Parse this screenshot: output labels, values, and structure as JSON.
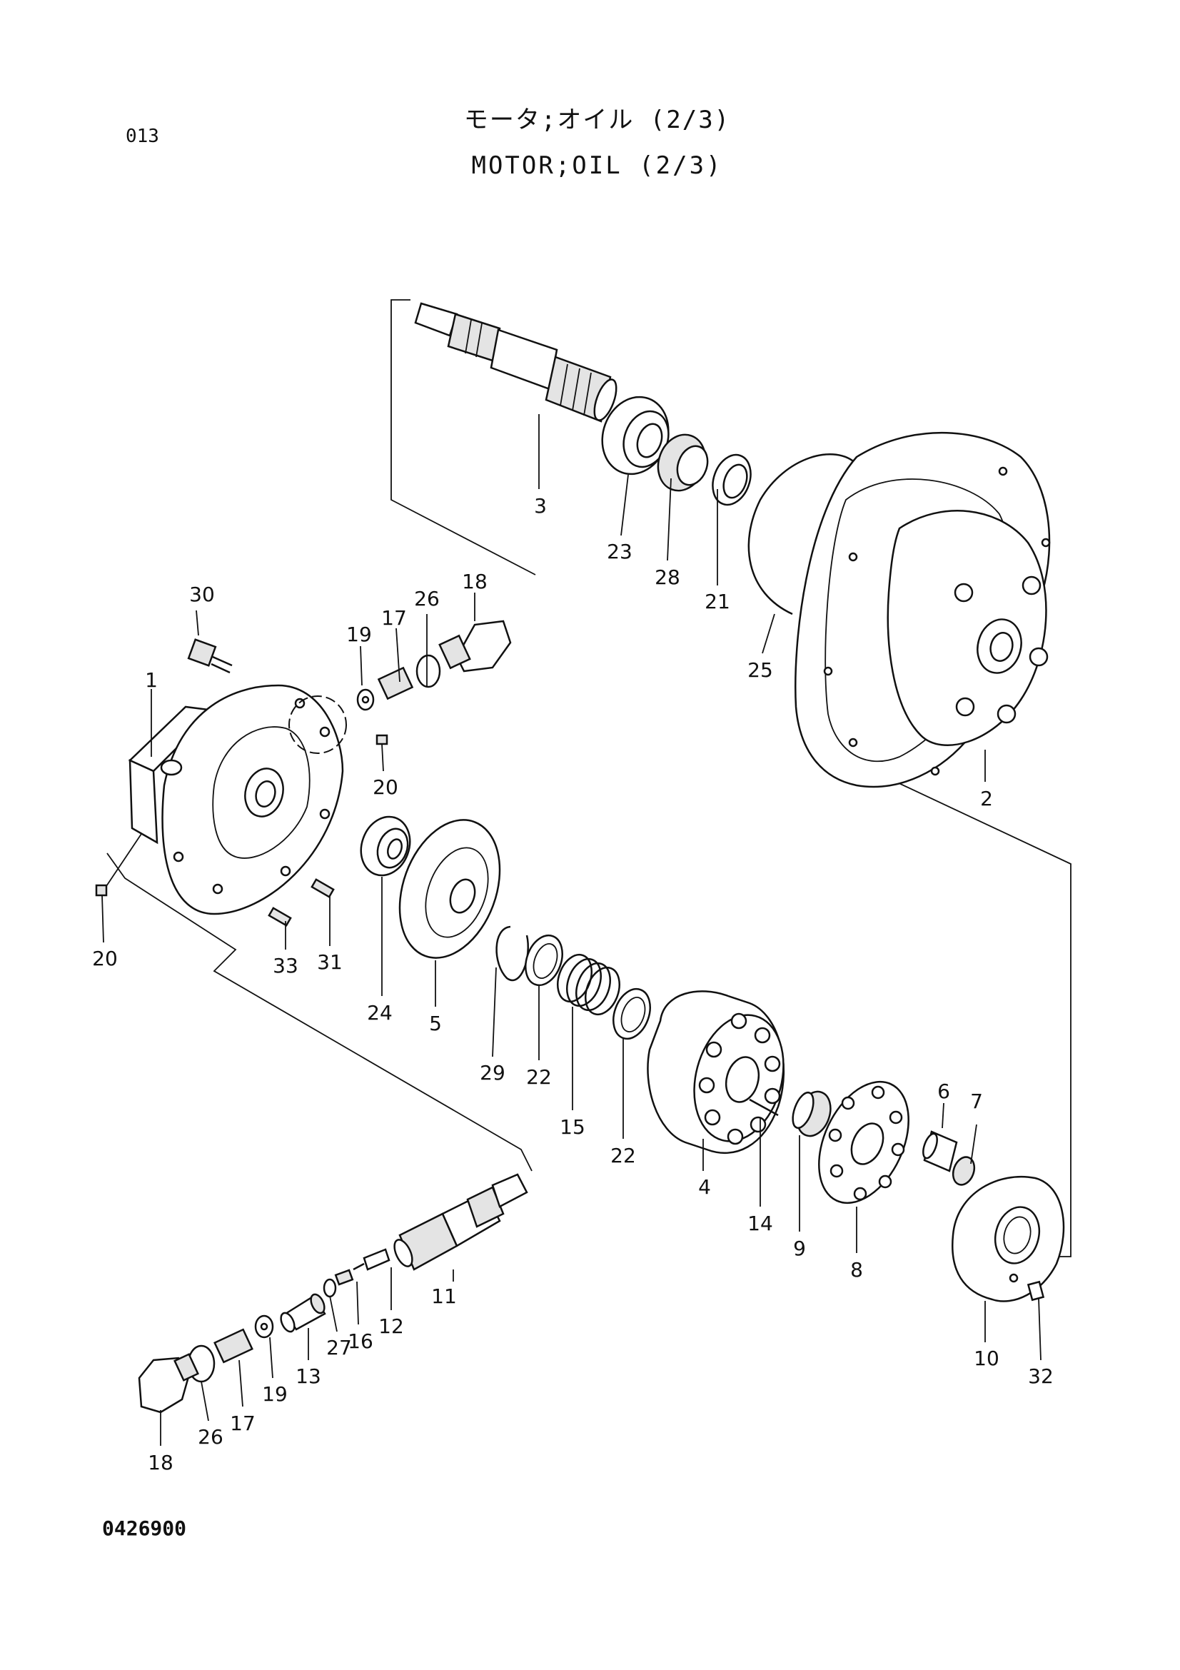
{
  "header": {
    "page_number": "013",
    "title_jp": "モータ;オイル (2/3)",
    "title_en": "MOTOR;OIL (2/3)"
  },
  "footer": {
    "drawing_number": "0426900"
  },
  "callouts": [
    {
      "id": "c1",
      "label": "1"
    },
    {
      "id": "c2",
      "label": "2"
    },
    {
      "id": "c3",
      "label": "3"
    },
    {
      "id": "c4",
      "label": "4"
    },
    {
      "id": "c5",
      "label": "5"
    },
    {
      "id": "c6",
      "label": "6"
    },
    {
      "id": "c7",
      "label": "7"
    },
    {
      "id": "c8",
      "label": "8"
    },
    {
      "id": "c9",
      "label": "9"
    },
    {
      "id": "c10",
      "label": "10"
    },
    {
      "id": "c11",
      "label": "11"
    },
    {
      "id": "c12",
      "label": "12"
    },
    {
      "id": "c13",
      "label": "13"
    },
    {
      "id": "c14",
      "label": "14"
    },
    {
      "id": "c15",
      "label": "15"
    },
    {
      "id": "c16",
      "label": "16"
    },
    {
      "id": "c17a",
      "label": "17"
    },
    {
      "id": "c17b",
      "label": "17"
    },
    {
      "id": "c18a",
      "label": "18"
    },
    {
      "id": "c18b",
      "label": "18"
    },
    {
      "id": "c19a",
      "label": "19"
    },
    {
      "id": "c19b",
      "label": "19"
    },
    {
      "id": "c20a",
      "label": "20"
    },
    {
      "id": "c20b",
      "label": "20"
    },
    {
      "id": "c21",
      "label": "21"
    },
    {
      "id": "c22a",
      "label": "22"
    },
    {
      "id": "c22b",
      "label": "22"
    },
    {
      "id": "c23",
      "label": "23"
    },
    {
      "id": "c24",
      "label": "24"
    },
    {
      "id": "c25",
      "label": "25"
    },
    {
      "id": "c26a",
      "label": "26"
    },
    {
      "id": "c26b",
      "label": "26"
    },
    {
      "id": "c27",
      "label": "27"
    },
    {
      "id": "c28",
      "label": "28"
    },
    {
      "id": "c29",
      "label": "29"
    },
    {
      "id": "c30",
      "label": "30"
    },
    {
      "id": "c31",
      "label": "31"
    },
    {
      "id": "c32",
      "label": "32"
    },
    {
      "id": "c33",
      "label": "33"
    }
  ]
}
